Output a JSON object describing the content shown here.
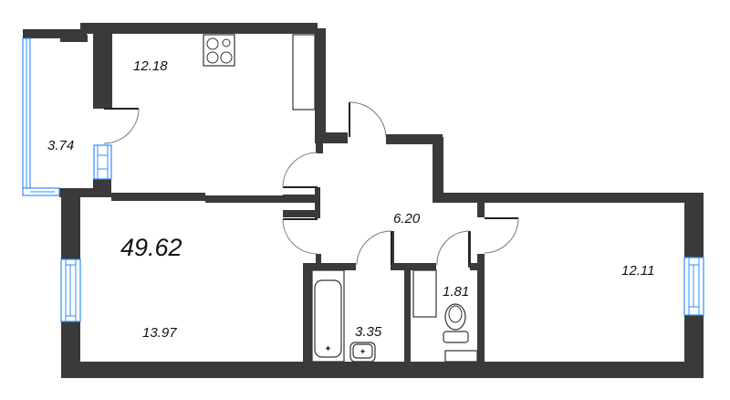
{
  "plan": {
    "total_area": "49.62",
    "wall_color": "#3a3a3a",
    "window_color": "#2f8cff",
    "rooms": [
      {
        "id": "kitchen",
        "area": "12.18"
      },
      {
        "id": "balcony",
        "area": "3.74"
      },
      {
        "id": "hallway",
        "area": "6.20"
      },
      {
        "id": "living-room",
        "area": "13.97"
      },
      {
        "id": "bathroom",
        "area": "3.35"
      },
      {
        "id": "toilet",
        "area": "1.81"
      },
      {
        "id": "bedroom",
        "area": "12.11"
      }
    ]
  }
}
